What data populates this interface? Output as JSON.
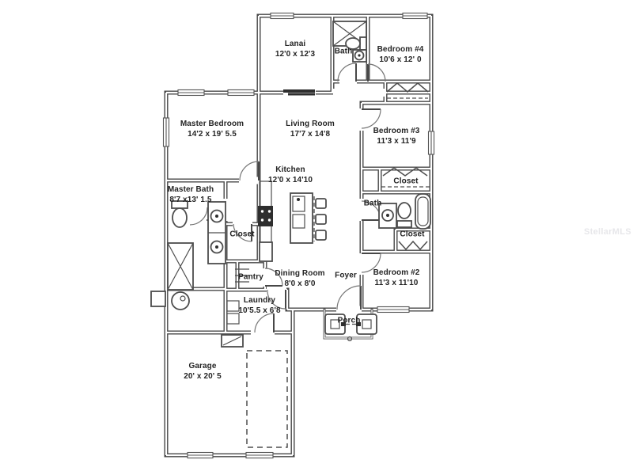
{
  "watermark": {
    "text": "StellarMLS"
  },
  "rooms": {
    "lanai": {
      "name": "Lanai",
      "dims": "12'0 x 12'3"
    },
    "bath_top": {
      "name": "Bath"
    },
    "bedroom4": {
      "name": "Bedroom #4",
      "dims": "10'6 x 12' 0"
    },
    "master_bedroom": {
      "name": "Master Bedroom",
      "dims": "14'2 x 19' 5.5"
    },
    "living_room": {
      "name": "Living Room",
      "dims": "17'7 x 14'8"
    },
    "bedroom3": {
      "name": "Bedroom #3",
      "dims": "11'3 x 11'9"
    },
    "kitchen": {
      "name": "Kitchen",
      "dims": "12'0 x 14'10"
    },
    "master_bath": {
      "name": "Master Bath",
      "dims": "8'7 x13' 1.5"
    },
    "closet_bed3": {
      "name": "Closet"
    },
    "bath_right": {
      "name": "Bath"
    },
    "closet_master": {
      "name": "Closet"
    },
    "closet_bed2": {
      "name": "Closet"
    },
    "bedroom2": {
      "name": "Bedroom #2",
      "dims": "11'3 x 11'10"
    },
    "pantry": {
      "name": "Pantry"
    },
    "dining_room": {
      "name": "Dining Room",
      "dims": "8'0 x 8'0"
    },
    "foyer": {
      "name": "Foyer"
    },
    "laundry": {
      "name": "Laundry",
      "dims": "10'5.5 x 6'8"
    },
    "porch": {
      "name": "Porch"
    },
    "garage": {
      "name": "Garage",
      "dims": "20' x 20' 5"
    }
  }
}
